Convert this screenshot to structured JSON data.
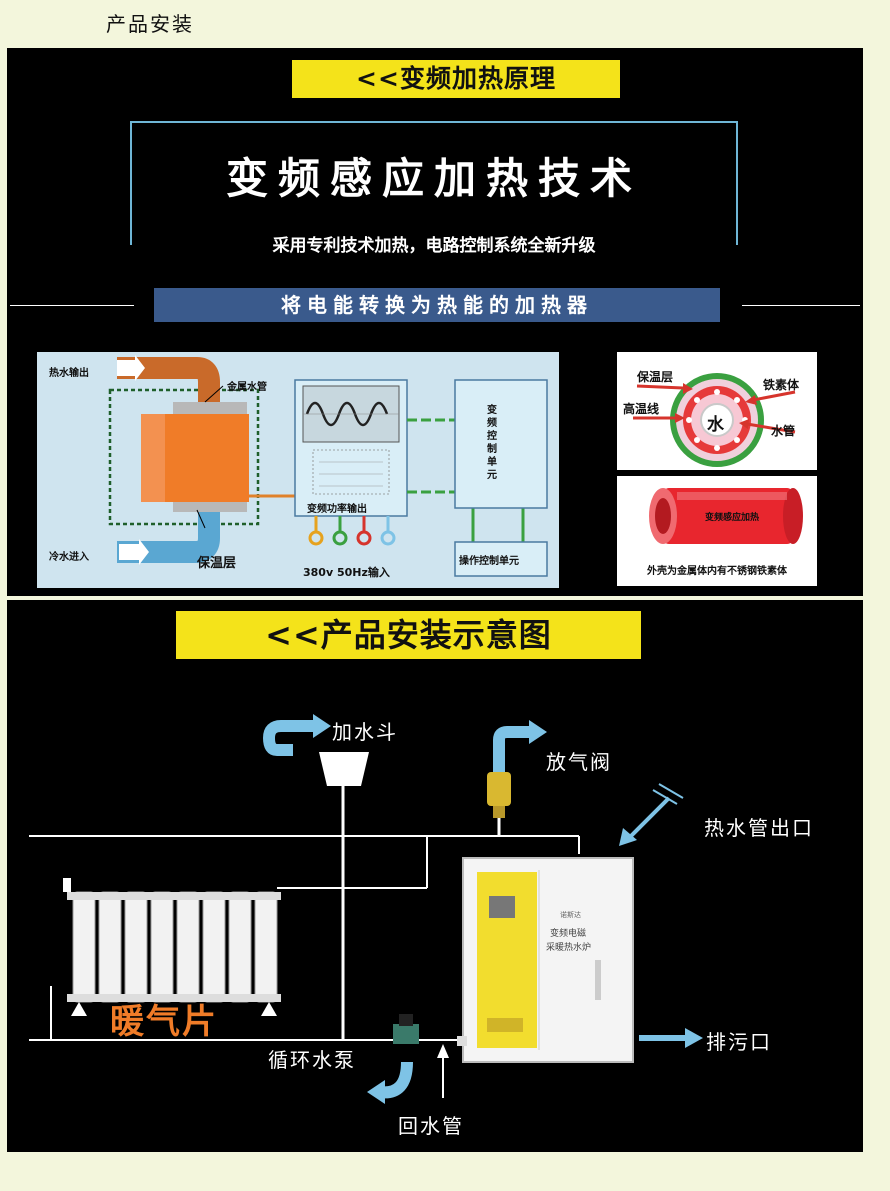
{
  "page_title": "产品安装",
  "principle": {
    "banner": "<<变频加热原理",
    "tech_title": "变频感应加热技术",
    "tech_subtitle": "采用专利技术加热，电路控制系统全新升级",
    "blue_banner": "将电能转换为热能的加热器",
    "diagram": {
      "hot_out": "热水输出",
      "metal_pipe": "金属水管",
      "cold_in": "冷水进入",
      "insulation": "保温层",
      "freq_output": "变频功率输出",
      "control_unit": "变频控制单元",
      "operate_unit": "操作控制单元",
      "power_input": "380v 50Hz输入"
    },
    "cross_section": {
      "insulation": "保温层",
      "ferrite": "铁素体",
      "hot_wire": "高温线",
      "water": "水",
      "water_pipe": "水管"
    },
    "tube": {
      "label": "变频感应加热",
      "caption": "外壳为金属体内有不锈钢铁素体"
    }
  },
  "install": {
    "banner": "<<产品安装示意图",
    "funnel": "加水斗",
    "vent_valve": "放气阀",
    "hot_pipe_out": "热水管出口",
    "radiator": "暖气片",
    "pump": "循环水泵",
    "drain": "排污口",
    "return_pipe": "回水管",
    "boiler_brand": "变频电磁",
    "boiler_name": "采暖热水炉",
    "boiler_top": "诺斯达"
  },
  "colors": {
    "yellow": "#f4e31a",
    "blue_banner": "#3a5a8c",
    "pipe_blue": "#7ec3e6",
    "orange": "#f07c28",
    "boiler_yellow": "#f2dd2e"
  }
}
